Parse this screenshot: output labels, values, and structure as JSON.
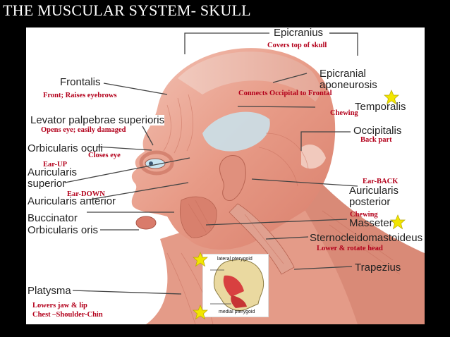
{
  "title": "THE MUSCULAR SYSTEM- SKULL",
  "labels": {
    "epicranius": "Epicranius",
    "frontalis": "Frontalis",
    "epicranial_1": "Epicranial",
    "epicranial_2": "aponeurosis",
    "temporalis": "Temporalis",
    "occipitalis": "Occipitalis",
    "levator": "Levator palpebrae superioris",
    "orbicularis_oculi": "Orbicularis oculi",
    "auricularis_superior_1": "Auricularis",
    "auricularis_superior_2": "superior",
    "auricularis_anterior": "Auricularis anterior",
    "auricularis_posterior_1": "Auricularis",
    "auricularis_posterior_2": "posterior",
    "buccinator": "Buccinator",
    "orbicularis_oris": "Orbicularis oris",
    "masseter": "Masseter",
    "sternocleidomastoideus": "Sternocleidomastoideus",
    "trapezius": "Trapezius",
    "platysma": "Platysma"
  },
  "notes": {
    "covers_top": "Covers top of skull",
    "front_raises": "Front; Raises eyebrows",
    "connects": "Connects Occipital to Frontal",
    "chewing_temporalis": "Chewing",
    "opens_eye": "Opens eye; easily damaged",
    "back_part": "Back part",
    "closes_eye": "Closes eye",
    "ear_up": "Ear-UP",
    "ear_back": "Ear-BACK",
    "ear_down": "Ear-DOWN",
    "chewing_masseter": "Chewing",
    "lower_rotate": "Lower & rotate head",
    "lowers_jaw": "Lowers jaw & lip",
    "chest_shoulder": "Chest –Shoulder-Chin"
  },
  "inset": {
    "lateral": "lateral pterygoid",
    "medial": "medial pterygoid"
  },
  "colors": {
    "note": "#b3001b",
    "star": "#f2e600",
    "muscle": "#e9a08f",
    "tendon": "#bfe3f2"
  }
}
